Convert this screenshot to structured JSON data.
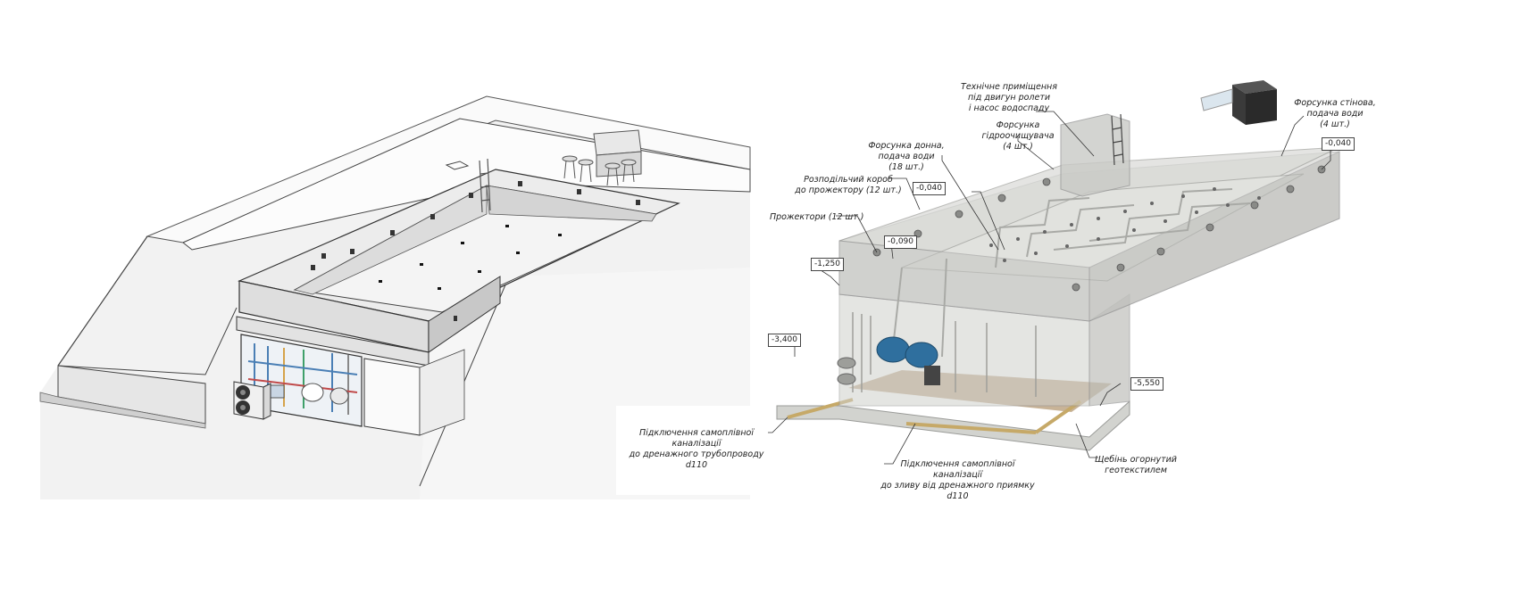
{
  "labels": {
    "tech_room": "Технічне приміщення\nпід двигун ролети\nі насос водоспаду",
    "wall_nozzle": "Форсунка стінова,\nподача води\n(4 шт.)",
    "cleaner_nozzle": "Форсунка\nгідроочищувача\n(4 шт.)",
    "bottom_nozzle": "Форсунка донна,\nподача води\n(18 шт.)",
    "distribution_box": "Розподільчий короб\nдо прожектору (12 шт.)",
    "spotlights": "Прожектори (12 шт.)",
    "sewer_drain_pipe": "Підключення самоплівної каналізації\nдо дренажного трубопроводу d110",
    "sewer_drain_pit": "Підключення самоплівної каналізації\nдо зливу від дренажного приямку d110",
    "gravel": "Щебінь огорнутий\nгеотекстилем"
  },
  "elevations": {
    "e1": "-0,040",
    "e2": "-0,040",
    "e3": "-0,090",
    "e4": "-1,250",
    "e5": "-3,400",
    "e6": "-5,550"
  },
  "colors": {
    "concrete": "#cfd0cc",
    "concrete_dark": "#b3b4b0",
    "water_floor": "#e4e4e2",
    "pump_blue": "#2f6f9e",
    "gravel": "#b59a74"
  }
}
